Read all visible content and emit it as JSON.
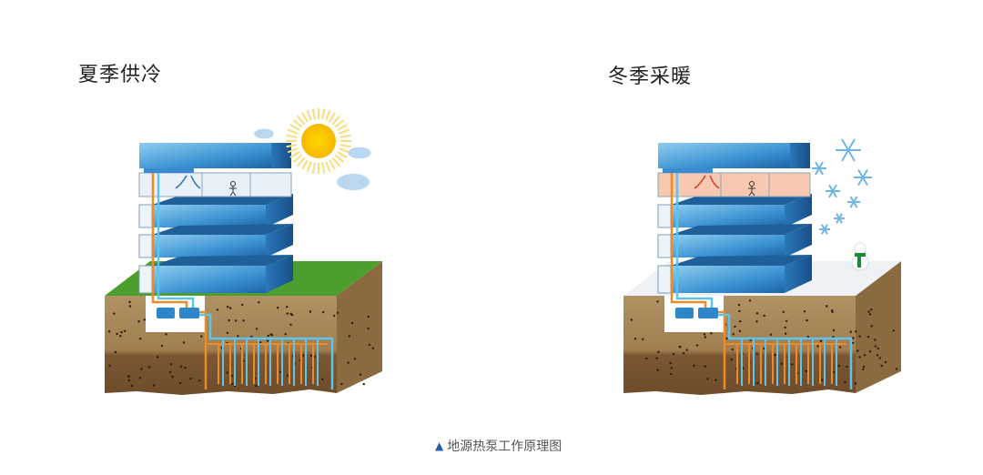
{
  "panels": [
    {
      "title": "夏季供冷",
      "season": "summer",
      "ground_top": "#4c9e2e",
      "sky_icon": "sun-icon",
      "room_tint": "#e8f1f8",
      "air_color": "#2f6fb0"
    },
    {
      "title": "冬季采暖",
      "season": "winter",
      "ground_top": "#eef2f6",
      "sky_icon": "snowflake-icon",
      "room_tint": "#f7c9b0",
      "air_color": "#d93a1e"
    }
  ],
  "caption": {
    "marker": "▲",
    "text": "地源热泵工作原理图"
  },
  "colors": {
    "pipe_hot": "#f08a24",
    "pipe_cold": "#5fc3ec",
    "soil_top": "#a8895a",
    "soil_bottom": "#7c5a32",
    "building": "#2f86c9"
  }
}
